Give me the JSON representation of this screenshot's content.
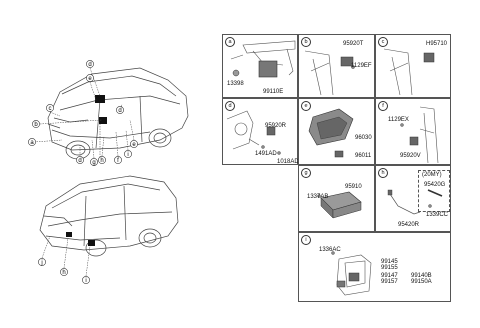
{
  "overview": {
    "front_callouts": [
      "d",
      "e",
      "b",
      "a",
      "c",
      "d",
      "g",
      "h",
      "f",
      "i",
      "e",
      "d"
    ],
    "rear_callouts": [
      "j",
      "h",
      "i"
    ]
  },
  "panels": {
    "a": {
      "letter": "a",
      "parts": [
        "13398",
        "99110E"
      ]
    },
    "b": {
      "letter": "b",
      "parts": [
        "95920T",
        "1129EF"
      ]
    },
    "c": {
      "letter": "c",
      "parts": [
        "H95710"
      ]
    },
    "d": {
      "letter": "d",
      "parts": [
        "95920R",
        "1491AD",
        "1018AD"
      ]
    },
    "e": {
      "letter": "e",
      "parts": [
        "96030",
        "96011"
      ]
    },
    "f": {
      "letter": "f",
      "parts": [
        "1129EX",
        "95920V"
      ]
    },
    "g": {
      "letter": "g",
      "parts": [
        "95910",
        "1337AB"
      ]
    },
    "h": {
      "letter": "h",
      "variant": "(20MY)",
      "parts": [
        "95420G",
        "1339CC",
        "95420R"
      ]
    },
    "i": {
      "letter": "i",
      "parts": [
        "1336AC",
        "99145",
        "99155",
        "99147",
        "99157",
        "99140B",
        "99150A"
      ]
    }
  }
}
